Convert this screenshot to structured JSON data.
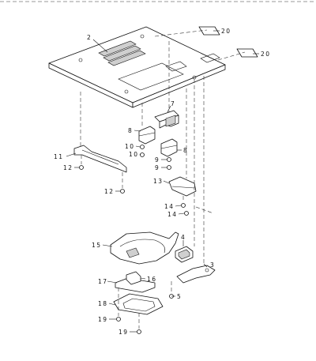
{
  "callouts": [
    {
      "id": "2",
      "text": "2"
    },
    {
      "id": "20a",
      "text": "20"
    },
    {
      "id": "20b",
      "text": "20"
    },
    {
      "id": "7",
      "text": "7"
    },
    {
      "id": "8a",
      "text": "8"
    },
    {
      "id": "10a",
      "text": "10"
    },
    {
      "id": "10b",
      "text": "10"
    },
    {
      "id": "9a",
      "text": "9"
    },
    {
      "id": "8b",
      "text": "8"
    },
    {
      "id": "9b",
      "text": "9"
    },
    {
      "id": "11",
      "text": "11"
    },
    {
      "id": "12a",
      "text": "12"
    },
    {
      "id": "12b",
      "text": "12"
    },
    {
      "id": "13",
      "text": "13"
    },
    {
      "id": "14a",
      "text": "14"
    },
    {
      "id": "14b",
      "text": "14"
    },
    {
      "id": "4",
      "text": "4"
    },
    {
      "id": "15",
      "text": "15"
    },
    {
      "id": "3",
      "text": "3"
    },
    {
      "id": "17",
      "text": "17"
    },
    {
      "id": "16",
      "text": "16"
    },
    {
      "id": "5",
      "text": "5"
    },
    {
      "id": "18",
      "text": "18"
    },
    {
      "id": "19a",
      "text": "19"
    },
    {
      "id": "19b",
      "text": "19"
    }
  ]
}
